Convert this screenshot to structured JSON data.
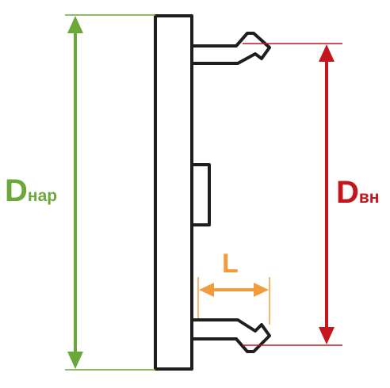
{
  "labels": {
    "outer_diameter": {
      "main": "D",
      "sub": "нар",
      "color": "#6aa83a"
    },
    "inner_diameter": {
      "main": "D",
      "sub": "вн",
      "color": "#c4161c"
    },
    "length": {
      "main": "L",
      "color": "#f39a3c"
    }
  },
  "colors": {
    "outline": "#1e1e1e",
    "background": "#ffffff"
  }
}
